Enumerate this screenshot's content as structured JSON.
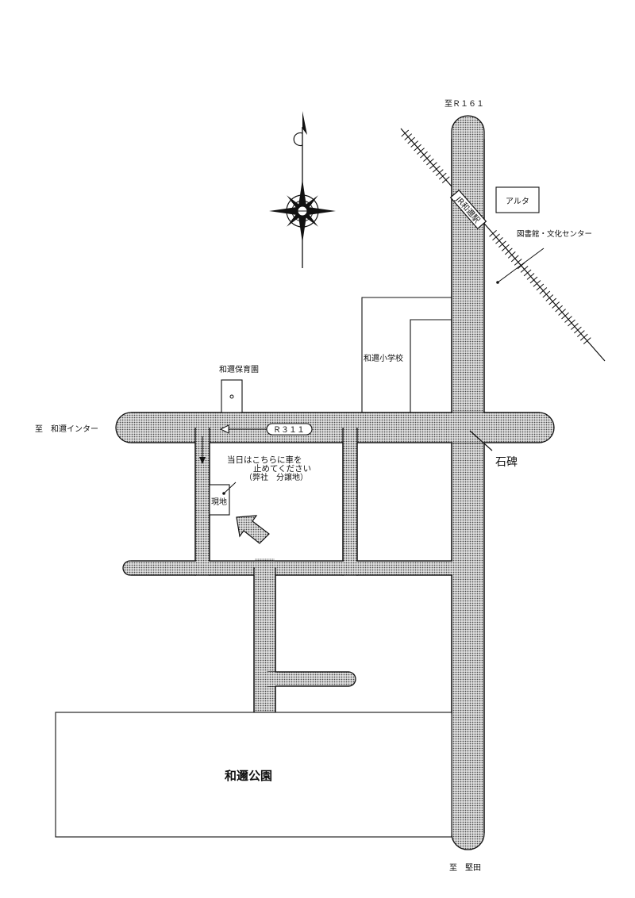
{
  "labels": {
    "to_r161": "至Ｒ１６１",
    "alta": "アルタ",
    "jr_station": "JR和邇駅",
    "library_center": "図書館・文化センター",
    "elementary_school": "和邇小学校",
    "nursery": "和邇保育園",
    "to_interchange": "至　和邇インター",
    "route311": "Ｒ３１１",
    "parking_line1": "当日はこちらに車を",
    "parking_line2": "止めてください",
    "parking_line3": "（弊社　分譲地）",
    "site": "現地",
    "stone_monument": "石碑",
    "park": "和邇公園",
    "to_katata": "至　堅田"
  },
  "icons": {
    "compass": "compass-rose-icon",
    "arrow": "arrow-icon"
  },
  "colors": {
    "road_fill": "#bcbcbc",
    "line": "#111111"
  }
}
